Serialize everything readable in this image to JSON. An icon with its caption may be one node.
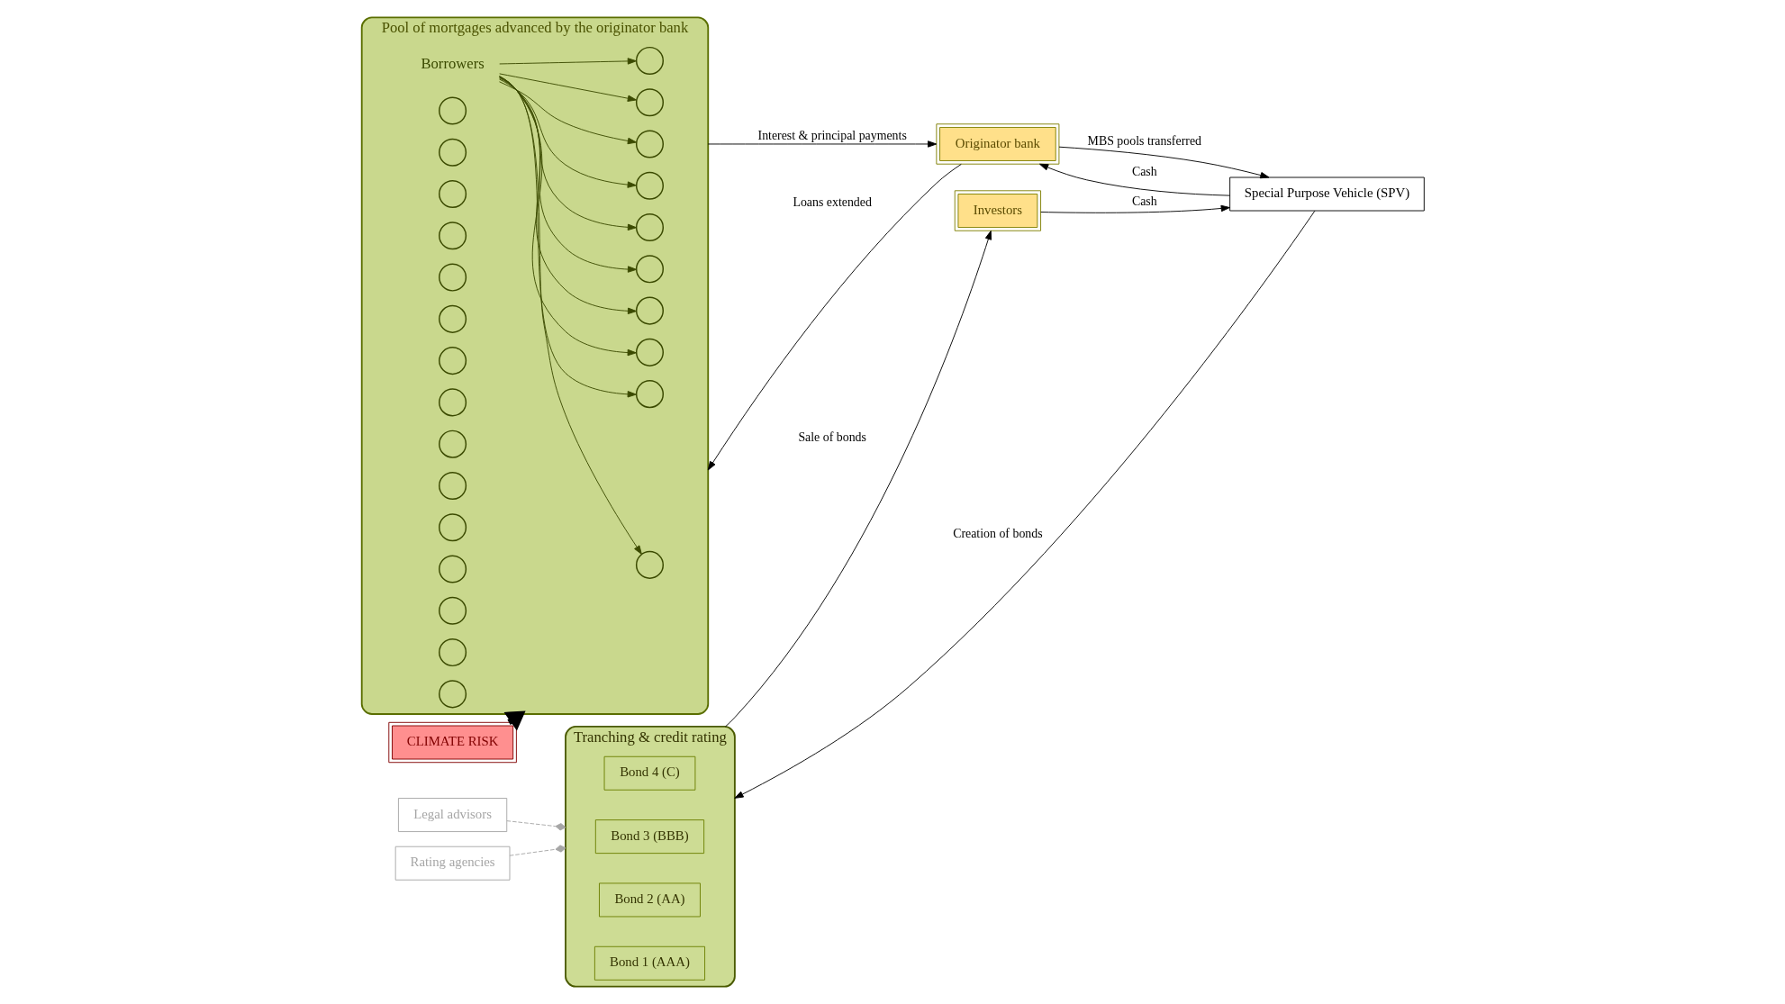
{
  "diagram": {
    "nodes": [
      {
        "text": [
          "Pool of mortgages advanced by the originator bank"
        ]
      },
      {
        "text": [
          "Borrowers"
        ],
        "in": 0
      },
      {
        "text": [],
        "shape": "circle",
        "in": 0
      },
      {
        "text": [],
        "shape": "circle",
        "in": 0
      },
      {
        "text": [],
        "shape": "circle",
        "in": 0
      },
      {
        "text": [],
        "shape": "circle",
        "in": 0
      },
      {
        "text": [],
        "shape": "circle",
        "in": 0
      },
      {
        "text": [],
        "shape": "circle",
        "in": 0
      },
      {
        "text": [],
        "shape": "circle",
        "in": 0
      },
      {
        "text": [],
        "shape": "circle",
        "in": 0
      },
      {
        "text": [],
        "shape": "circle",
        "in": 0
      },
      {
        "text": [],
        "shape": "circle",
        "in": 0
      },
      {
        "text": [],
        "shape": "circle",
        "in": 0
      },
      {
        "text": [],
        "shape": "circle",
        "in": 0
      },
      {
        "text": [],
        "shape": "circle",
        "in": 0
      },
      {
        "text": [],
        "shape": "circle",
        "in": 0
      },
      {
        "text": [],
        "shape": "circle",
        "in": 0
      },
      {
        "text": [],
        "shape": "circle",
        "in": 0
      },
      {
        "text": [],
        "shape": "circle",
        "in": 0
      },
      {
        "text": [],
        "shape": "circle",
        "in": 0
      },
      {
        "text": [],
        "shape": "circle",
        "in": 0
      },
      {
        "text": [],
        "shape": "circle",
        "in": 0
      },
      {
        "text": [],
        "shape": "circle",
        "in": 0
      },
      {
        "text": [],
        "shape": "circle",
        "in": 0
      },
      {
        "text": [],
        "shape": "circle",
        "in": 0
      },
      {
        "text": [],
        "shape": "circle",
        "in": 0
      },
      {
        "text": [],
        "shape": "circle",
        "in": 0
      },
      {
        "text": [
          "Originator bank"
        ]
      },
      {
        "text": [
          "Tranching & credit rating"
        ]
      },
      {
        "text": [
          "Bond 1 (AAA)"
        ],
        "in": 28
      },
      {
        "text": [
          "Bond 2 (AA)"
        ],
        "in": 28
      },
      {
        "text": [
          "Bond 3 (BBB)"
        ],
        "in": 28
      },
      {
        "text": [
          "Bond 4 (C)"
        ],
        "in": 28
      },
      {
        "text": [
          "Rating agencies"
        ]
      },
      {
        "text": [
          "Legal advisors"
        ]
      },
      {
        "text": [
          "CLIMATE RISK"
        ]
      },
      {
        "text": [
          "Investors"
        ]
      },
      {
        "text": [
          "Special Purpose Vehicle (SPV)"
        ]
      }
    ],
    "edges": [
      {
        "from": 1,
        "to": 5,
        "arrow": "to"
      },
      {
        "from": 1,
        "to": 12,
        "arrow": "to"
      },
      {
        "from": 1,
        "to": 11,
        "arrow": "to"
      },
      {
        "from": 1,
        "to": 22,
        "arrow": "to"
      },
      {
        "from": 1,
        "to": 14,
        "arrow": "to"
      },
      {
        "from": 1,
        "to": 15,
        "arrow": "to"
      },
      {
        "from": 1,
        "to": 16,
        "arrow": "to"
      },
      {
        "from": 1,
        "to": 18,
        "arrow": "to"
      },
      {
        "from": 1,
        "to": 7,
        "arrow": "to"
      },
      {
        "from": 1,
        "to": 8,
        "arrow": "to"
      },
      {
        "from": 0,
        "to": 27,
        "arrow": "to",
        "label": "Interest & principal payments",
        "color": "#000000"
      },
      {
        "from": 27,
        "to": 0,
        "arrow": "to",
        "label": "Loans extended",
        "color": "#000000"
      },
      {
        "from": 27,
        "to": 37,
        "arrow": "to",
        "label": "MBS pools transferred",
        "color": "#000000"
      },
      {
        "from": 37,
        "to": 27,
        "arrow": "to",
        "label": "Cash",
        "color": "#000000"
      },
      {
        "from": 37,
        "to": 28,
        "arrow": "to",
        "label": "Creation of bonds",
        "color": "#000000"
      },
      {
        "from": 28,
        "to": 36,
        "arrow": "to",
        "label": "Sale of bonds",
        "color": "#000000"
      },
      {
        "from": 36,
        "to": 37,
        "arrow": "to",
        "label": "Cash",
        "color": "#000000"
      },
      {
        "from": 33,
        "to": 28,
        "arrow": "other",
        "style": "dashed",
        "color": "#a6a6a6"
      },
      {
        "from": 34,
        "to": 28,
        "arrow": "other",
        "style": "dashed",
        "color": "#a6a6a6"
      },
      {
        "from": 35,
        "to": 0,
        "arrow": "to",
        "style": "thick",
        "color": "#000000"
      }
    ]
  }
}
